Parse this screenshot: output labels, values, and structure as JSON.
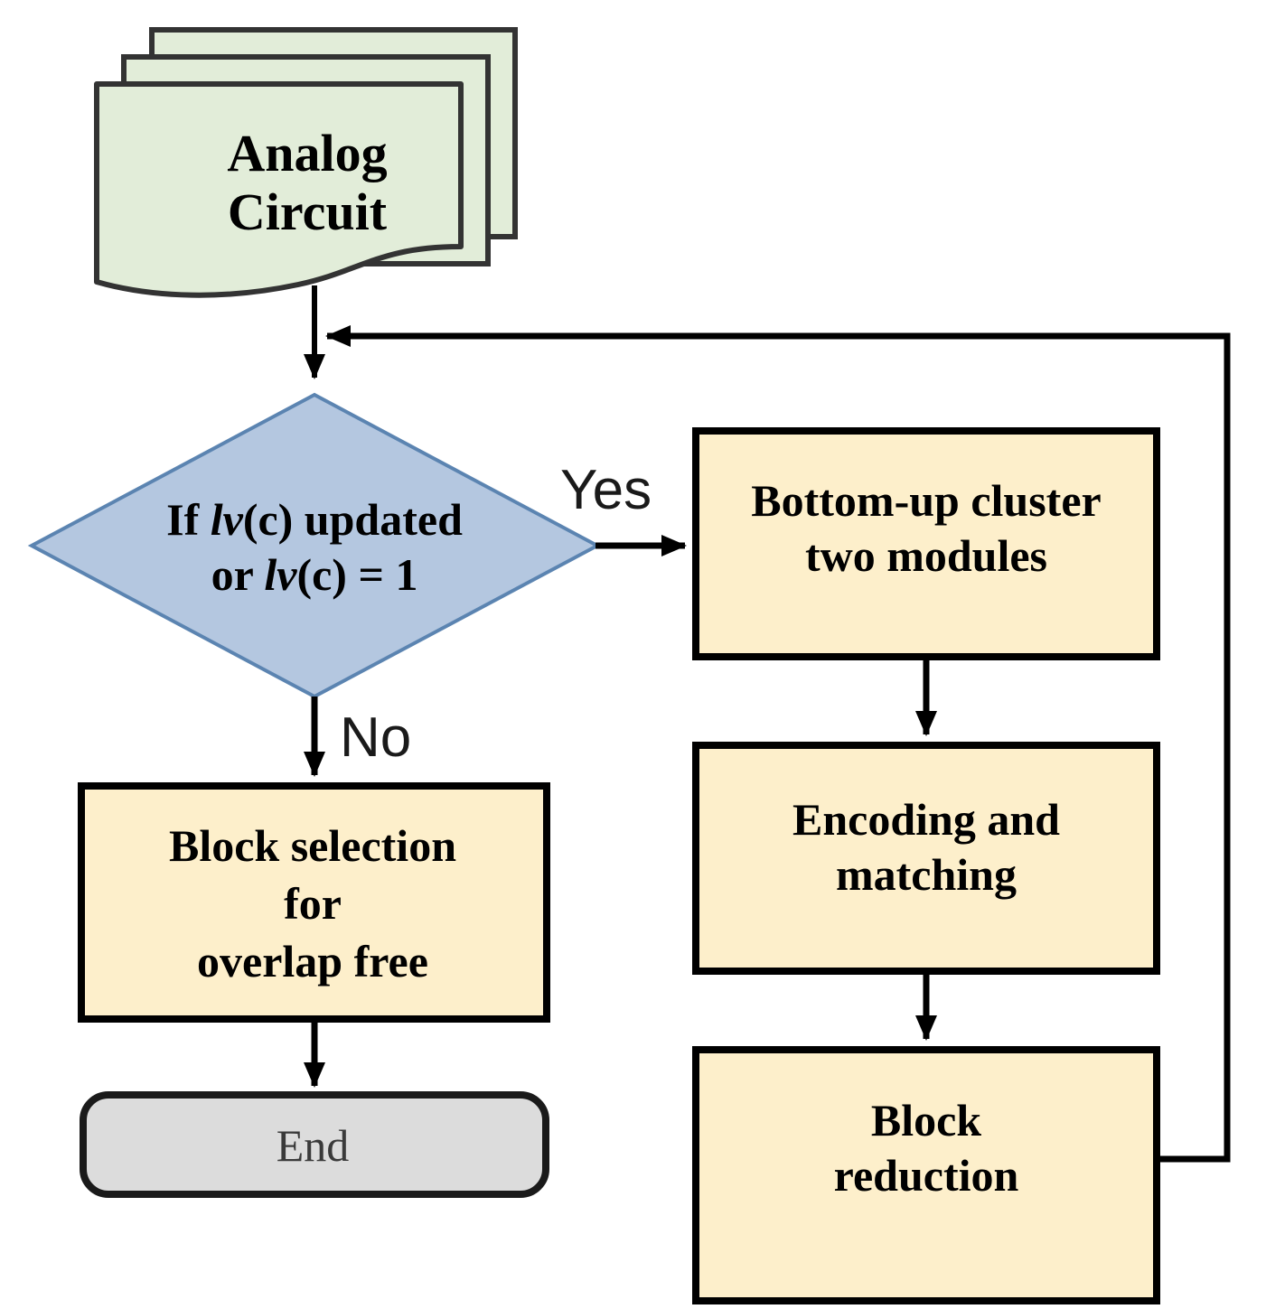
{
  "diagram": {
    "type": "flowchart",
    "title": "",
    "colors": {
      "document_fill": "#e2edd9",
      "document_stroke": "#333333",
      "decision_fill": "#b4c7e0",
      "decision_stroke": "#5b84b1",
      "process_fill": "#fdefcb",
      "process_stroke": "#000000",
      "terminator_fill": "#dcdcdc",
      "terminator_stroke": "#1a1a1a",
      "edge_stroke": "#000000"
    },
    "nodes": {
      "analog_circuit": {
        "shape": "multi-document",
        "line1": "Analog",
        "line2": "Circuit",
        "text": "Analog\nCircuit"
      },
      "decision": {
        "shape": "diamond",
        "line1_prefix": "If  ",
        "line1_italic": "lv",
        "line1_suffix": "(c) updated",
        "line2_prefix": "or ",
        "line2_italic": "lv",
        "line2_suffix": "(c) = 1",
        "text": "If  lv(c) updated or lv(c) = 1"
      },
      "bottom_up_cluster": {
        "shape": "rectangle",
        "text": "Bottom-up cluster\ntwo modules"
      },
      "encoding_matching": {
        "shape": "rectangle",
        "text": "Encoding and\nmatching"
      },
      "block_reduction": {
        "shape": "rectangle",
        "text": "Block\nreduction"
      },
      "block_selection": {
        "shape": "rectangle",
        "text": "Block selection\nfor\noverlap  free"
      },
      "end": {
        "shape": "rounded-rectangle",
        "text": "End"
      }
    },
    "edge_labels": {
      "yes": "Yes",
      "no": "No"
    },
    "edges": [
      {
        "from": "analog_circuit",
        "to": "decision",
        "label": ""
      },
      {
        "from": "decision",
        "to": "bottom_up_cluster",
        "label": "Yes"
      },
      {
        "from": "decision",
        "to": "block_selection",
        "label": "No"
      },
      {
        "from": "bottom_up_cluster",
        "to": "encoding_matching",
        "label": ""
      },
      {
        "from": "encoding_matching",
        "to": "block_reduction",
        "label": ""
      },
      {
        "from": "block_reduction",
        "to": "decision",
        "label": ""
      },
      {
        "from": "block_selection",
        "to": "end",
        "label": ""
      }
    ]
  }
}
